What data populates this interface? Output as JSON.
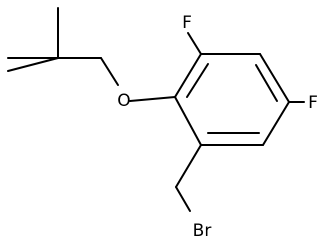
{
  "molecule": {
    "atoms": {
      "oxygen": "O",
      "fluorine_top": "F",
      "fluorine_right": "F",
      "bromine": "Br"
    }
  },
  "colors": {
    "bond": "#000000",
    "label": "#000000",
    "background": "#ffffff"
  }
}
